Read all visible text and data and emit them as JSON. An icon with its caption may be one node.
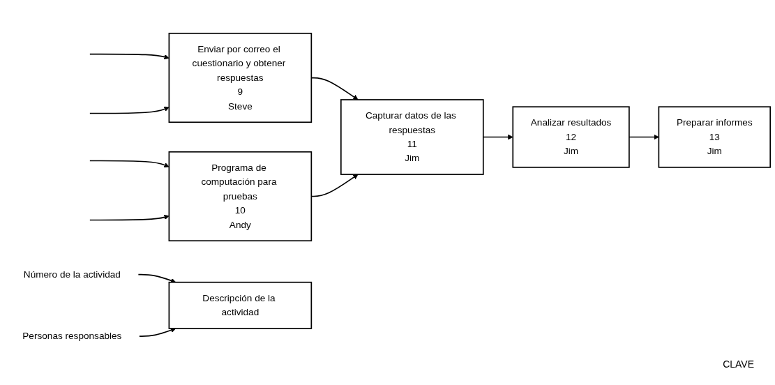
{
  "diagram": {
    "nodes": [
      {
        "text": [
          "Enviar por correo el cuestionario y obtener respuestas",
          "9",
          "Steve"
        ]
      },
      {
        "text": [
          "Capturar datos de las respuestas",
          "11",
          "Jim"
        ]
      },
      {
        "text": [
          "Analizar resultados",
          "12",
          "Jim"
        ]
      },
      {
        "text": [
          "Preparar informes",
          "13",
          "Jim"
        ]
      },
      {
        "text": [
          "Programa de computación para pruebas",
          "10",
          "Andy"
        ]
      },
      {
        "text": [
          "Descripción de la actividad"
        ]
      },
      {
        "text": [
          "Número de la actividad"
        ]
      },
      {
        "text": [
          "Personas responsables"
        ]
      }
    ],
    "edges": [
      {
        "from": null,
        "to": 0,
        "arrow": "to"
      },
      {
        "from": null,
        "to": 0,
        "arrow": "to"
      },
      {
        "from": null,
        "to": 4,
        "arrow": "to"
      },
      {
        "from": null,
        "to": 4,
        "arrow": "to"
      },
      {
        "from": 0,
        "to": 1,
        "arrow": "to"
      },
      {
        "from": 4,
        "to": 1,
        "arrow": "to"
      },
      {
        "from": 1,
        "to": 2,
        "arrow": "to"
      },
      {
        "from": 2,
        "to": 3,
        "arrow": "to"
      },
      {
        "from": 6,
        "to": 5,
        "arrow": "to"
      },
      {
        "from": 7,
        "to": 5,
        "arrow": "to"
      }
    ],
    "labels": [
      "CLAVE"
    ]
  }
}
